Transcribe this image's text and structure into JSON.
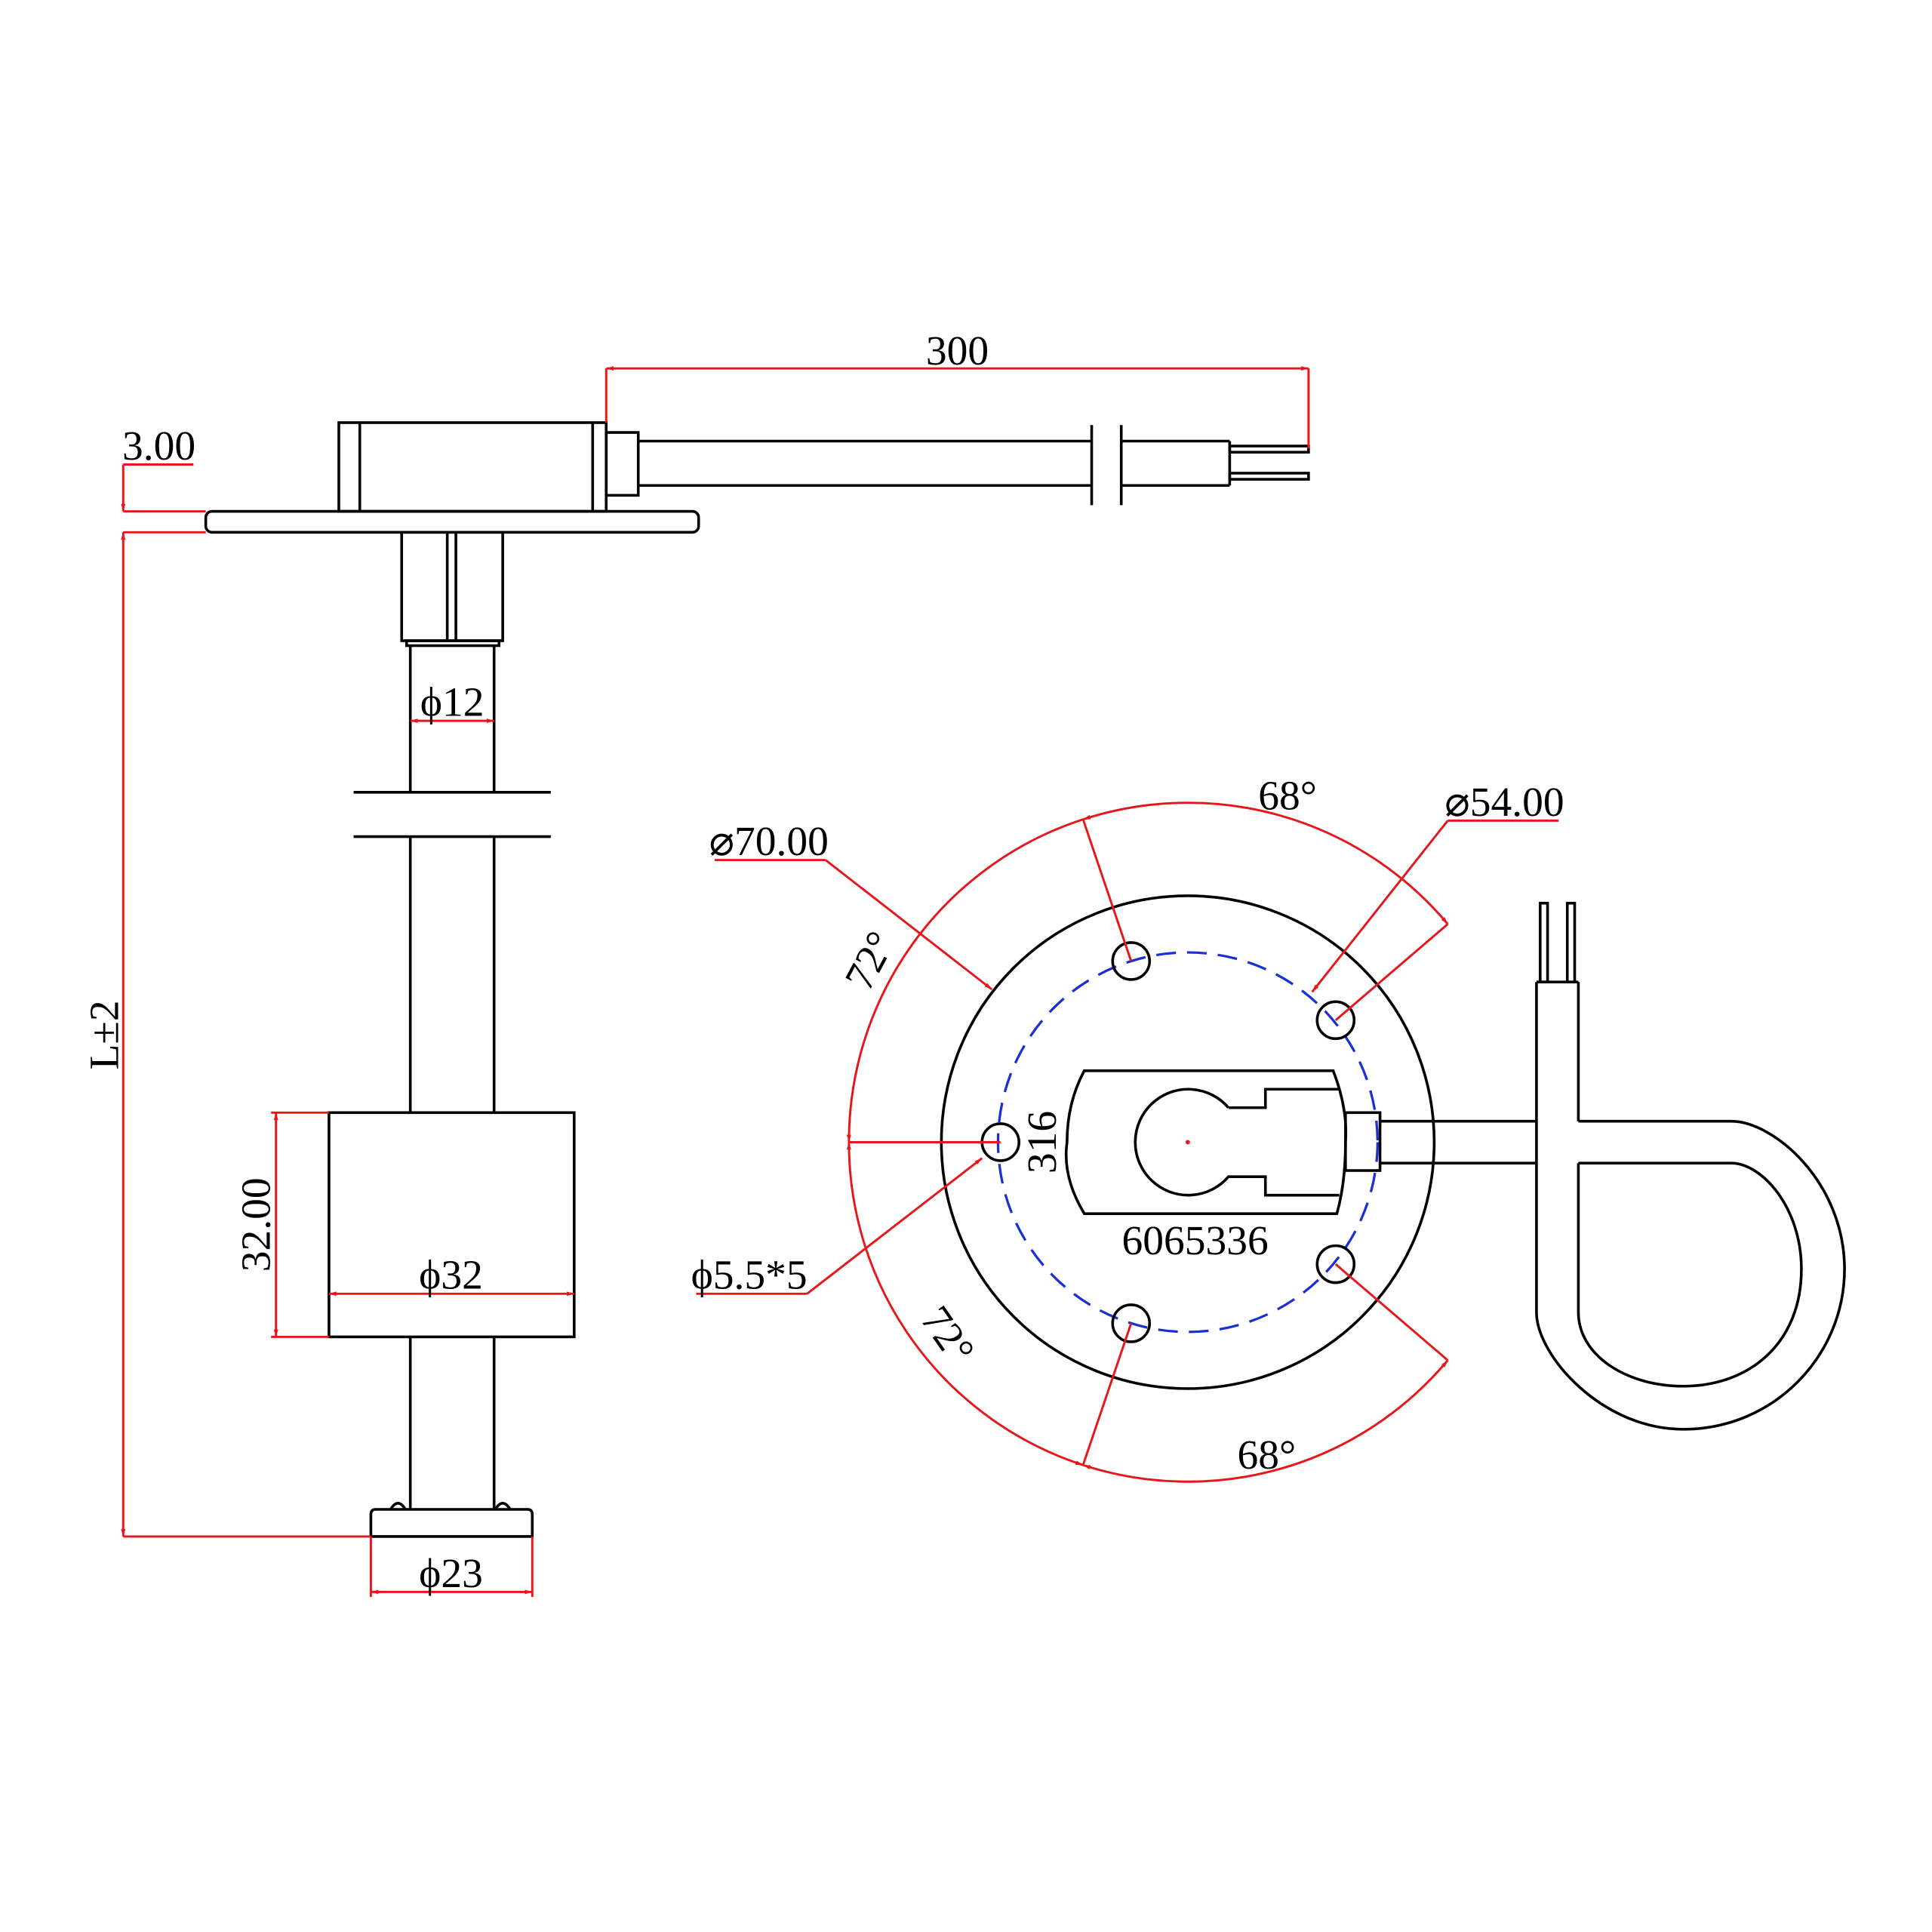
{
  "side_view": {
    "cable_length": "300",
    "flange_thickness": "3.00",
    "total_length": "L±2",
    "stem_diameter": "ϕ12",
    "float_height": "32.00",
    "float_diameter": "ϕ32",
    "stopper_diameter": "ϕ23"
  },
  "top_view": {
    "flange_diameter": "⌀70.00",
    "bolt_circle_diameter": "⌀54.00",
    "hole_spec": "ϕ5.5*5",
    "angle_top": "68°",
    "angle_bottom": "68°",
    "angle_upper_left": "72°",
    "angle_lower_left": "72°",
    "material": "316",
    "part_number": "6065336"
  },
  "colors": {
    "outline": "#000000",
    "dimension": "#e8161b",
    "bolt_circle": "#1a2fd6"
  }
}
